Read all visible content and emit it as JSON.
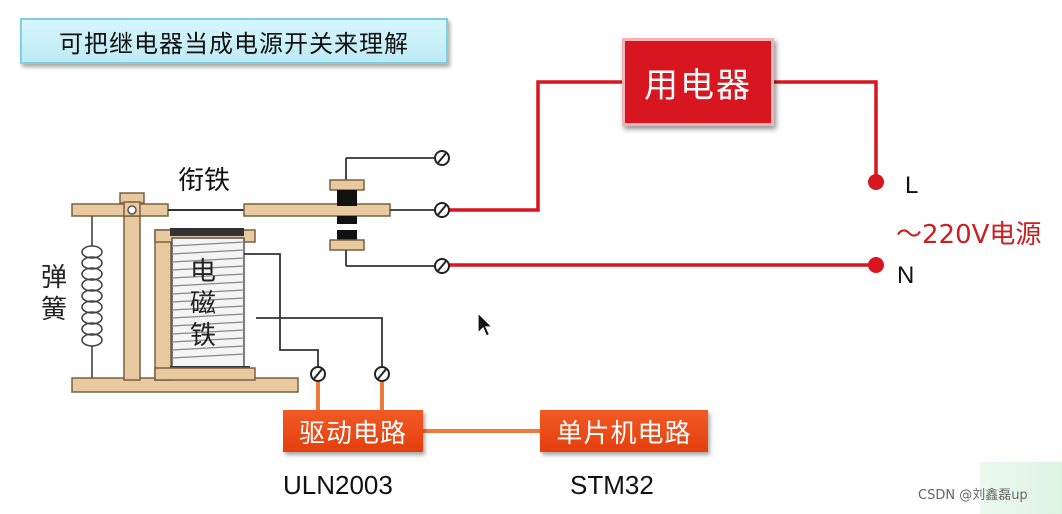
{
  "title": "可把继电器当成电源开关来理解",
  "appliance_label": "用电器",
  "armature_label": "衔铁",
  "spring_label": [
    "弹",
    "簧"
  ],
  "electromagnet_label": [
    "电",
    "磁",
    "铁"
  ],
  "power_label": "～220V电源",
  "terminal_L": "L",
  "terminal_N": "N",
  "driver_box_label": "驱动电路",
  "driver_chip_label": "ULN2003",
  "mcu_box_label": "单片机电路",
  "mcu_chip_label": "STM32",
  "watermark": "CSDN @刘鑫磊up",
  "colors": {
    "wire_red": "#d8161f",
    "wire_orange": "#f07a3a",
    "relay_frame": "#e8c9a0",
    "title_bg": "#c8eef8",
    "box_orange": "#e94b16"
  }
}
